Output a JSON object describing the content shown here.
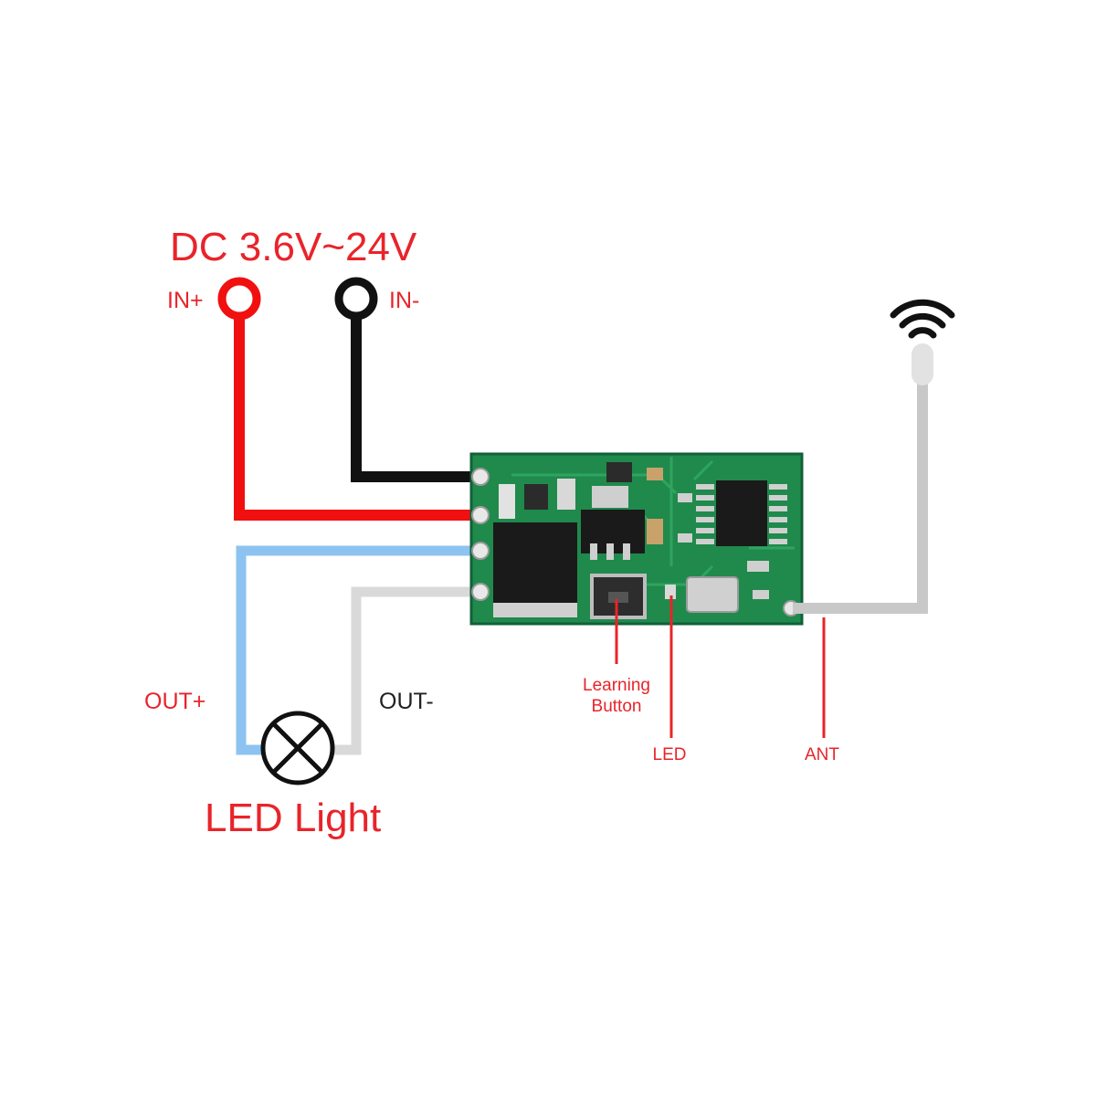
{
  "power": {
    "title": "DC 3.6V~24V",
    "in_plus": "IN+",
    "in_minus": "IN-"
  },
  "output": {
    "out_plus": "OUT+",
    "out_minus": "OUT-",
    "load_label": "LED Light"
  },
  "module": {
    "learning_button_line1": "Learning",
    "learning_button_line2": "Button",
    "led_label": "LED",
    "ant_label": "ANT"
  },
  "colors": {
    "label_red": "#e8242a",
    "wire_red": "#f01010",
    "wire_black": "#111111",
    "wire_blue": "#8cc3f0",
    "wire_white": "#d9d9d9",
    "antenna_gray": "#c8c8c8",
    "pcb_green": "#1f8a4c"
  },
  "icons": {
    "wifi": "wifi-signal-icon",
    "lamp": "lamp-symbol-icon"
  }
}
